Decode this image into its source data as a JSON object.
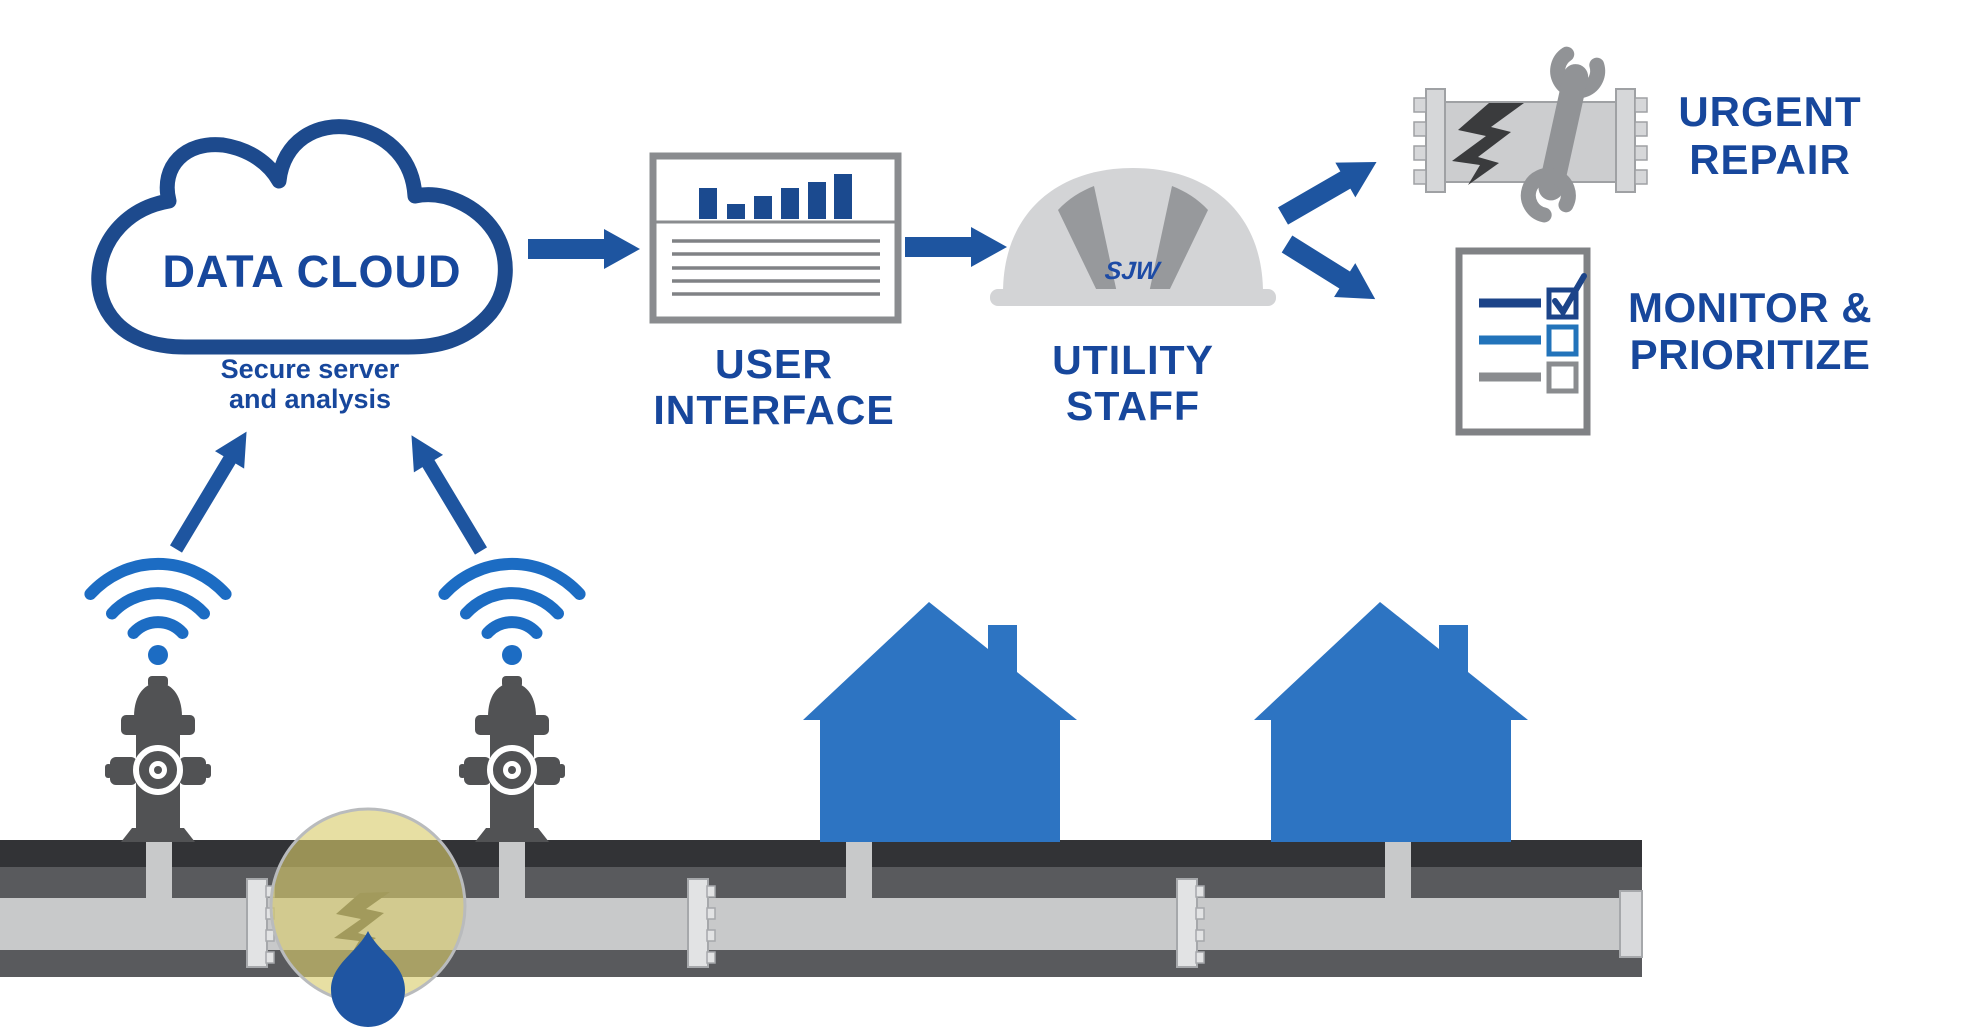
{
  "diagram": {
    "cloud": {
      "label": "DATA CLOUD",
      "sub1": "Secure server",
      "sub2": "and analysis"
    },
    "ui": {
      "l1": "USER",
      "l2": "INTERFACE"
    },
    "staff": {
      "l1": "UTILITY",
      "l2": "STAFF",
      "logo": "SJW"
    },
    "repair": {
      "l1": "URGENT",
      "l2": "REPAIR"
    },
    "monitor": {
      "l1": "MONITOR &",
      "l2": "PRIORITIZE"
    },
    "icons": {
      "cloud": "cloud-outline-icon",
      "ui": "bar-chart-report-icon",
      "staff": "hard-hat-icon",
      "repair": "cracked-pipe-wrench-icon",
      "monitor": "checklist-icon",
      "sensors": "wifi-signal-icon",
      "hydrant": "fire-hydrant-icon",
      "house": "house-icon",
      "leak": "water-drop-icon"
    },
    "colors": {
      "label_blue": "#17479c",
      "cloud_outline": "#1d4a8d",
      "arrow_blue": "#1e55a0",
      "wifi_blue": "#1c6cc3",
      "house_blue": "#2d74c2",
      "drop_blue": "#1f55a2",
      "road_dark": "#323336",
      "ground_gray": "#595a5d",
      "pipe_gray": "#c8c9ca",
      "icon_gray": "#808285",
      "hydrant_gray": "#515254",
      "leak_highlight_yellow": "#d8cc6a",
      "checklist_row_blue": "#2273ba"
    }
  }
}
